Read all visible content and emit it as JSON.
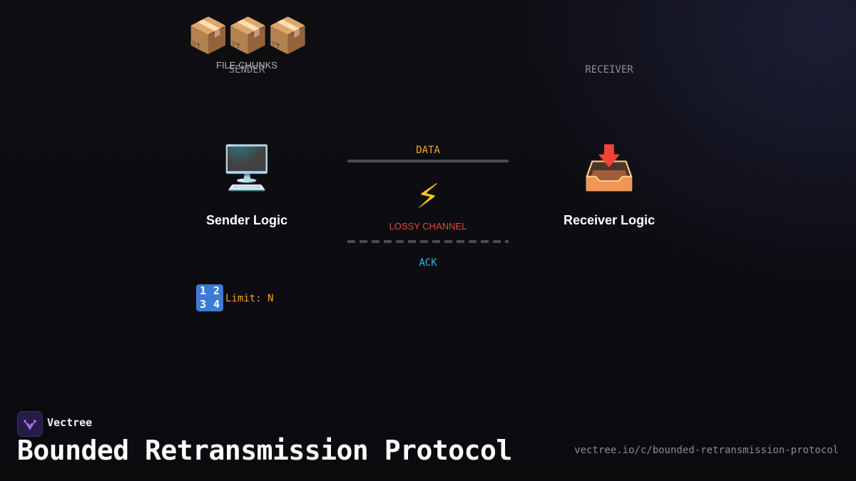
{
  "diagram": {
    "chunks": {
      "icons": "📦📦📦",
      "label": "FILE CHUNKS"
    },
    "sender": {
      "role": "SENDER",
      "icon": "🖥️",
      "title": "Sender Logic"
    },
    "receiver": {
      "role": "RECEIVER",
      "icon": "📥",
      "title": "Receiver Logic"
    },
    "channel": {
      "data_label": "DATA",
      "ack_label": "ACK",
      "lossy_icon": "⚡",
      "lossy_label": "LOSSY CHANNEL"
    },
    "limit": {
      "icon_digits": [
        "1",
        "2",
        "3",
        "4"
      ],
      "label": "Limit: N"
    }
  },
  "footer": {
    "brand": "Vectree",
    "title": "Bounded Retransmission Protocol",
    "url": "vectree.io/c/bounded-retransmission-protocol"
  },
  "colors": {
    "background": "#0e0e13",
    "data": "#f5a623",
    "ack": "#2bb8e6",
    "lossy": "#e8483c",
    "line": "#4a4a50"
  }
}
